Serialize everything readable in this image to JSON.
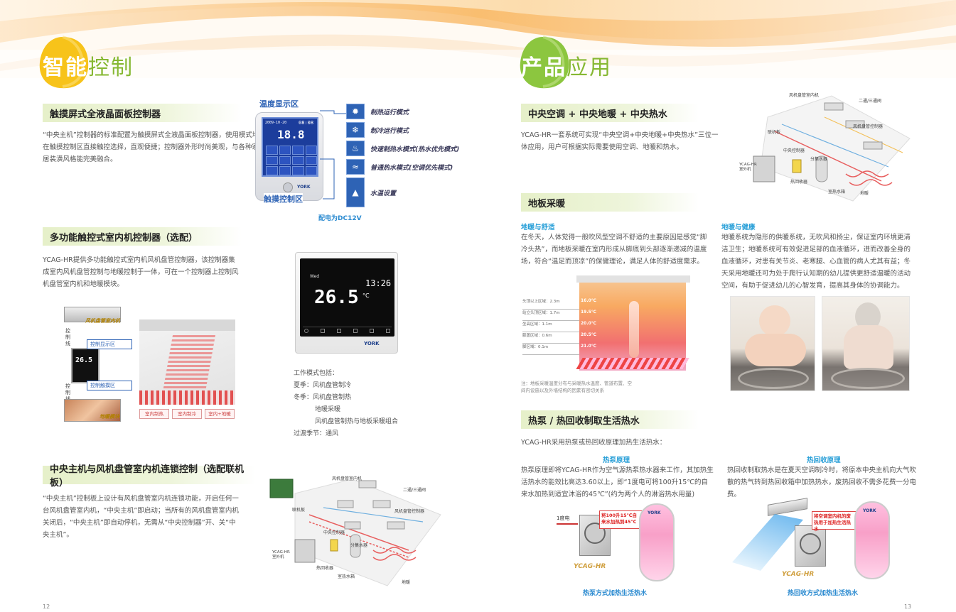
{
  "left": {
    "heading": {
      "a": "智能",
      "b": "控制"
    },
    "sec1": {
      "title": "触摸屏式全液晶面板控制器",
      "body": "“中央主机”控制器的标准配置为触摸屏式全液晶面板控制器，使用模式均在触摸控制区直接触控选择，直观便捷；控制器外形时尚美观，与各种家居装潢风格能完美融合。",
      "label_top": "温度显示区",
      "label_bottom": "触摸控制区",
      "power": "配电为DC12V",
      "lcd_date": "2009-10-20",
      "lcd_time": "08:08",
      "lcd_temp": "18.8",
      "brand": "YORK",
      "modes": [
        {
          "icon": "✹",
          "label": "制热运行模式"
        },
        {
          "icon": "❄",
          "label": "制冷运行模式"
        },
        {
          "icon": "♨",
          "label": "快速制热水模式(热水优先模式)"
        },
        {
          "icon": "≈",
          "label": "普通热水模式(空调优先模式)"
        },
        {
          "icon": "▲",
          "label": "水温设置"
        }
      ]
    },
    "sec2": {
      "title": "多功能触控式室内机控制器（选配）",
      "body": "YCAG-HR提供多功能触控式室内机风机盘管控制器，该控制器集成室内风机盘管控制与地暖控制于一体，可在一个控制器上控制风机盘管室内机和地暖模块。",
      "diag_top": "风机盘管室内机",
      "diag_line1": "控制线",
      "diag_line2": "控制线",
      "diag_display": "控制显示区",
      "diag_touch": "控制触摸区",
      "diag_floor": "地暖模块",
      "diag_btns": [
        "室内制热",
        "室内制冷",
        "室内+地暖"
      ],
      "ctrl_day": "Wed",
      "ctrl_time": "13:26",
      "ctrl_temp": "26.5",
      "ctrl_unit": "°C",
      "brand": "YORK",
      "modes_title": "工作模式包括：",
      "modes": [
        "夏季：风机盘管制冷",
        "冬季：风机盘管制热",
        "地暖采暖",
        "风机盘管制热与地板采暖组合",
        "过渡季节：通风"
      ]
    },
    "sec3": {
      "title": "中央主机与风机盘管室内机连锁控制（选配联机板）",
      "body": "“中央主机”控制板上设计有风机盘管室内机连锁功能，开启任何一台风机盘管室内机，“中央主机”即启动；当所有的风机盘管室内机关闭后，“中央主机”即自动停机，无需从“中央控制器”开、关“中央主机”。",
      "labels": [
        "风机盘管室内机",
        "二通/三通阀",
        "联机板",
        "风机盘管控制器",
        "中央控制器",
        "分集水器",
        "YCAG-HR室外机",
        "热回收器",
        "室热水箱",
        "地暖"
      ]
    },
    "page": "12"
  },
  "right": {
    "heading": {
      "a": "产品",
      "b": "应用"
    },
    "sec1": {
      "title": "中央空调 + 中央地暖 + 中央热水",
      "body": "YCAG-HR一套系统可实现“中央空调+中央地暖+中央热水”三位一体应用，用户可根据实际需要使用空调、地暖和热水。",
      "labels": [
        "风机盘管室内机",
        "二通/三通阀",
        "联机板",
        "风机盘管控制器",
        "中央控制器",
        "分集水器",
        "YCAG-HR室外机",
        "热回收器",
        "室热水箱",
        "地暖"
      ]
    },
    "sec2": {
      "title": "地板采暖",
      "sub1": "地暖与舒适",
      "body1": "在冬天，人体觉得一般吹风型空调不舒适的主要原因是感觉“脚冷头热”，而地板采暖在室内形成从脚底到头部逐渐递减的温度场，符合“温足而顶凉”的保健理论，满足人体的舒适度需求。",
      "sub2": "地暖与健康",
      "body2": "地暖系统为隐形的供暖系统，无吹风和扬尘，保证室内环境更清洁卫生；地暖系统可有效促进足部的血液循环，进而改善全身的血液循环，对患有关节炎、老寒腿、心血管的病人尤其有益；冬天采用地暖还可为处于爬行认知期的幼儿提供更舒适温暖的活动空间，有助于促进幼儿的心智发育，提高其身体的协调能力。",
      "heights": [
        "头顶以上区域：2.3m",
        "站立头顶区域：1.7m",
        "坐高区域：1.1m",
        "膝盖区域：0.6m",
        "脚区域：0.1m"
      ],
      "temps": [
        "16.0℃",
        "19.5℃",
        "20.0℃",
        "20.5℃",
        "21.0℃"
      ],
      "note": "注：地板采暖温度分布与采暖热水温度、管道布置、空间内设施以及外墙结构的因素有密切关系"
    },
    "sec3": {
      "title": "热泵 / 热回收制取生活热水",
      "intro": "YCAG-HR采用热泵或热回收原理加热生活热水：",
      "sub1": "热泵原理",
      "body1": "热泵原理即将YCAG-HR作为空气源热泵热水器来工作，其加热生活热水的能效比高达3.60以上，即“1度电可将100升15℃的自来水加热到适宜沐浴的45℃”(约为两个人的淋浴热水用量)",
      "sub2": "热回收原理",
      "body2": "热回收制取热水是在夏天空调制冷时，将原本中央主机向大气吹散的热气转到热回收箱中加热热水，废热回收不需多花费一分电费。",
      "hp_tag": "1度电",
      "hp_bubble": "将100升15℃自来水加热到45℃",
      "hr_bubble": "将空调室内机的废热用于加热生活热水",
      "unit_label": "YCAG-HR",
      "brand": "YORK",
      "cap1": "热泵方式加热生活热水",
      "cap2": "热回收方式加热生活热水"
    },
    "page": "13"
  },
  "colors": {
    "green": "#86b832",
    "blue": "#2aa0d8",
    "header_bg": "#e6f0c9",
    "york_blue": "#1d3f8a"
  }
}
